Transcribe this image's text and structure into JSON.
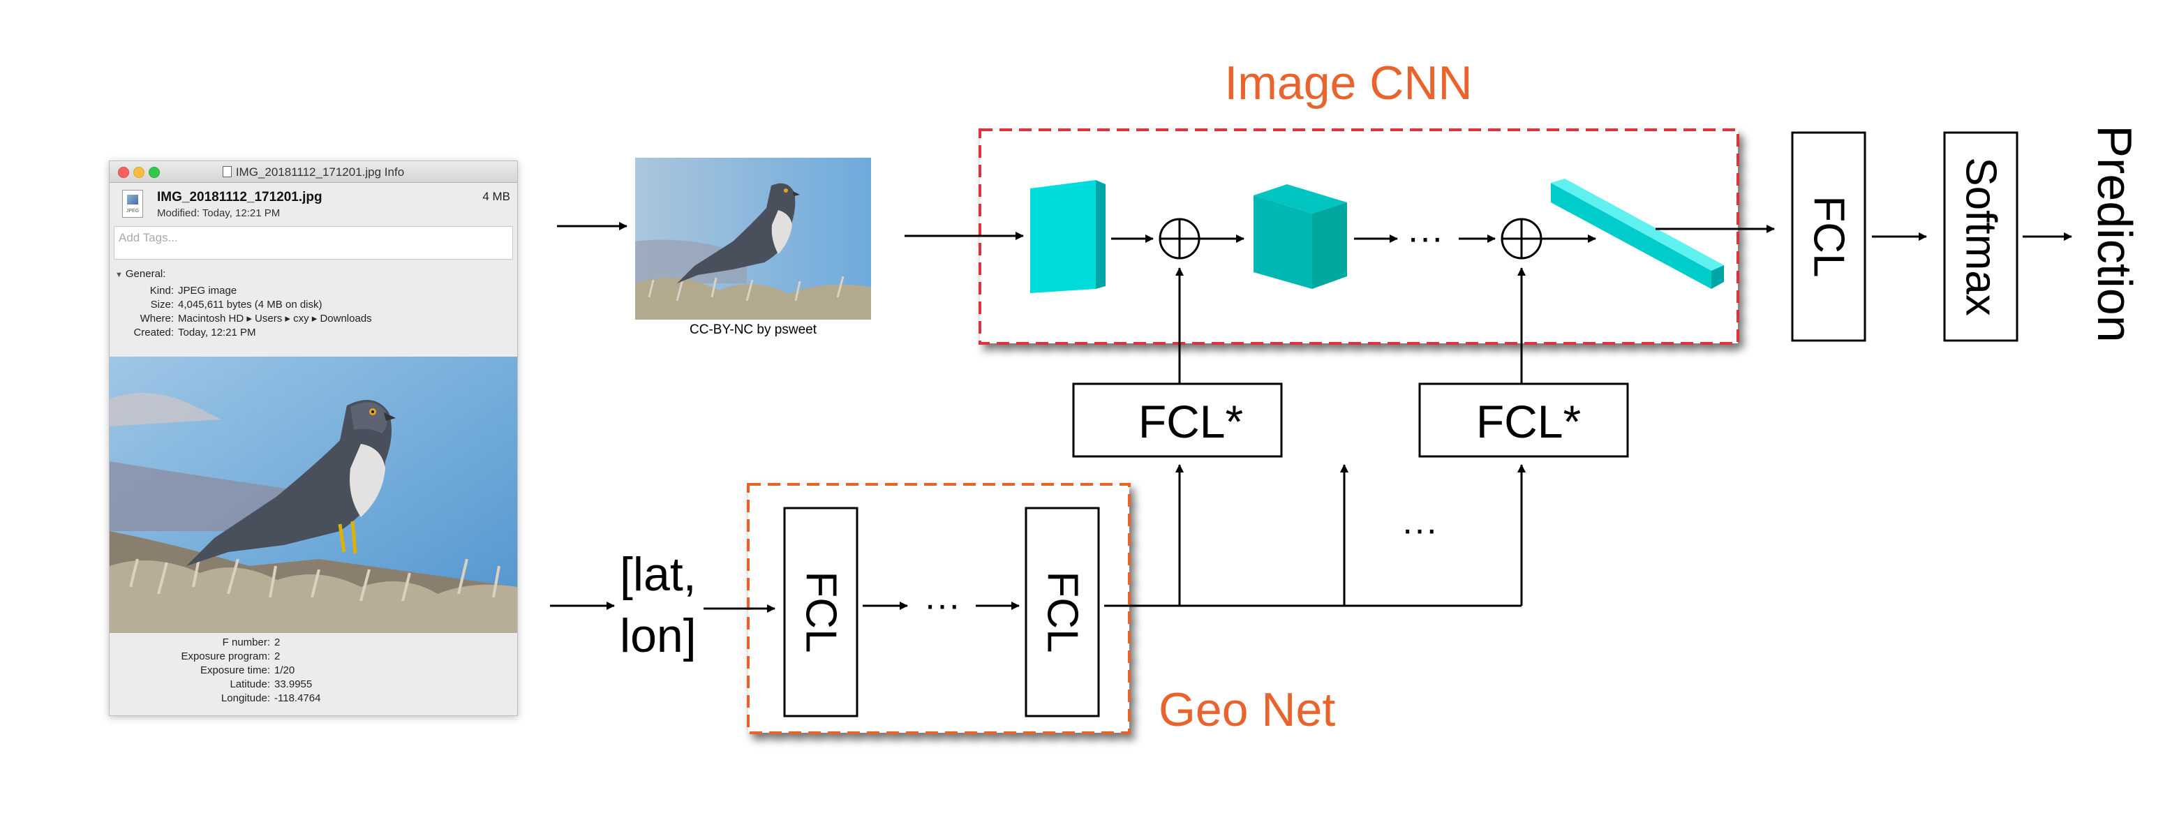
{
  "info_window": {
    "title": "IMG_20181112_171201.jpg Info",
    "file_name": "IMG_20181112_171201.jpg",
    "file_size": "4 MB",
    "modified": "Modified: Today, 12:21 PM",
    "file_icon_label": "JPEG",
    "tags_placeholder": "Add Tags...",
    "general_label": "General:",
    "general_rows": [
      {
        "key": "Kind:",
        "value": "JPEG image"
      },
      {
        "key": "Size:",
        "value": "4,045,611 bytes (4 MB on disk)"
      },
      {
        "key": "Where:",
        "value": "Macintosh HD ▸ Users ▸ cxy ▸ Downloads"
      },
      {
        "key": "Created:",
        "value": "Today, 12:21 PM"
      }
    ],
    "exif_rows": [
      {
        "key": "F number:",
        "value": "2"
      },
      {
        "key": "Exposure program:",
        "value": "2"
      },
      {
        "key": "Exposure time:",
        "value": "1/20"
      },
      {
        "key": "Latitude:",
        "value": "33.9955"
      },
      {
        "key": "Longitude:",
        "value": "-118.4764"
      }
    ]
  },
  "photo_caption": "CC-BY-NC by psweet",
  "image_cnn_label": "Image CNN",
  "geo_net_label": "Geo Net",
  "geo_input": {
    "line1": "[lat,",
    "line2": "lon]"
  },
  "fcl_label": "FCL",
  "fcl_star_label": "FCL*",
  "softmax_label": "Softmax",
  "prediction_label": "Prediction",
  "ellipsis": "···",
  "colors": {
    "accent_orange": "#e8642c",
    "cnn_box_border": "#d9363e",
    "block_cyan": "#00dcdc",
    "block_cyan_side": "#00a6a6",
    "block_teal": "#00a8a0"
  }
}
